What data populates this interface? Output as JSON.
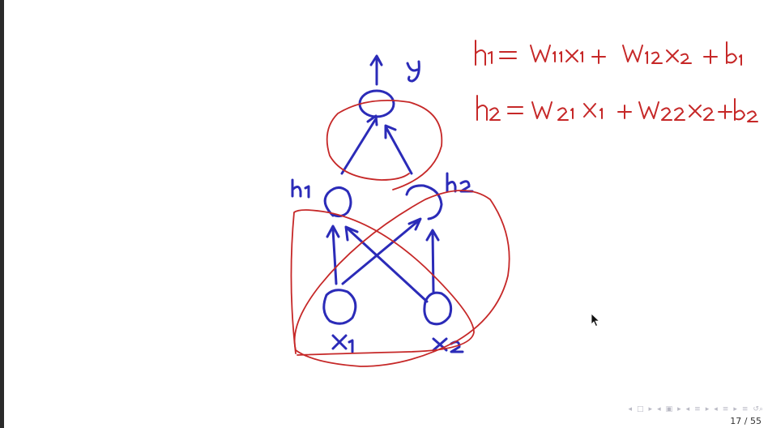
{
  "page": {
    "current": "17",
    "total": "55",
    "indicator": "17 / 55"
  },
  "colors": {
    "ink_blue": "#2b2bb8",
    "ink_red": "#c62828",
    "nav": "#b9b9c4"
  },
  "diagram": {
    "output_label": "y",
    "hidden_labels": [
      "h1",
      "h2"
    ],
    "input_labels": [
      "x1",
      "x2"
    ]
  },
  "equations": [
    "h1 = w11 x1 + w12 x2 + b1",
    "h2 = w21 x1 + w22 x2 + b2"
  ],
  "navigation": {
    "icons": [
      "first-frame-icon",
      "prev-frame-icon",
      "next-frame-icon",
      "prev-subsection-icon",
      "next-subsection-icon",
      "prev-section-icon",
      "next-section-icon",
      "outline-icon",
      "search-icon"
    ]
  }
}
